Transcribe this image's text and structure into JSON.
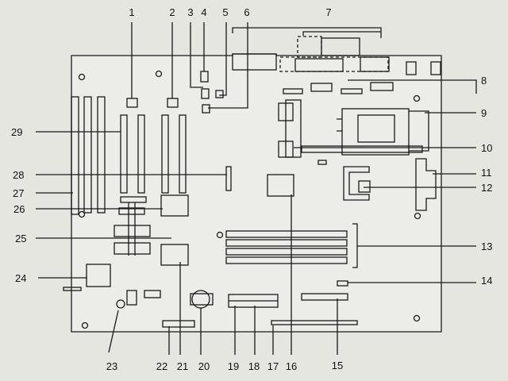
{
  "callouts": {
    "c1": "1",
    "c2": "2",
    "c3": "3",
    "c4": "4",
    "c5": "5",
    "c6": "6",
    "c7": "7",
    "c8": "8",
    "c9": "9",
    "c10": "10",
    "c11": "11",
    "c12": "12",
    "c13": "13",
    "c14": "14",
    "c15": "15",
    "c16": "16",
    "c17": "17",
    "c18": "18",
    "c19": "19",
    "c20": "20",
    "c21": "21",
    "c22": "22",
    "c23": "23",
    "c24": "24",
    "c25": "25",
    "c26": "26",
    "c27": "27",
    "c28": "28",
    "c29": "29"
  },
  "colors": {
    "line": "#1a1a1a",
    "background": "#e6e6e1",
    "board": "#ecece8"
  }
}
